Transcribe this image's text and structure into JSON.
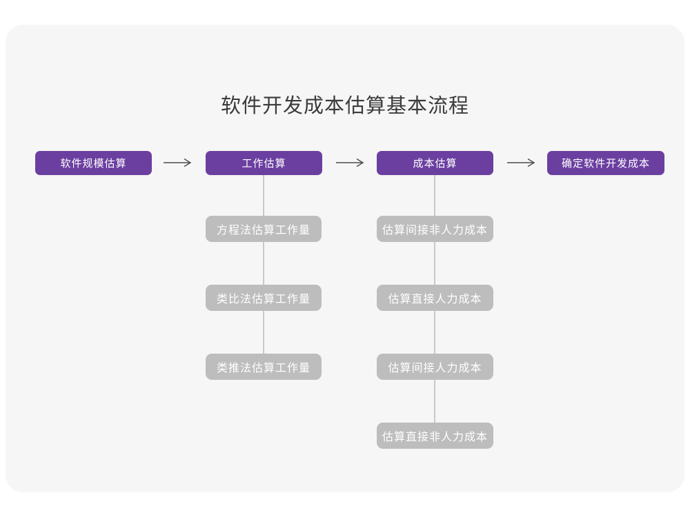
{
  "title": "软件开发成本估算基本流程",
  "colors": {
    "primary": "#6b3fa0",
    "secondary": "#bdbdbd",
    "connector": "#c9c9c9",
    "arrow": "#4a4a4a",
    "title_text": "#3b3b3b",
    "box_text": "#ffffff",
    "card_background": "#f6f6f6"
  },
  "flow": {
    "main_steps": [
      {
        "label": "软件规模估算"
      },
      {
        "label": "工作估算"
      },
      {
        "label": "成本估算"
      },
      {
        "label": "确定软件开发成本"
      }
    ],
    "work_estimation_methods": [
      "方程法估算工作量",
      "类比法估算工作量",
      "类推法估算工作量"
    ],
    "cost_estimation_items": [
      "估算间接非人力成本",
      "估算直接人力成本",
      "估算间接人力成本",
      "估算直接非人力成本"
    ]
  }
}
